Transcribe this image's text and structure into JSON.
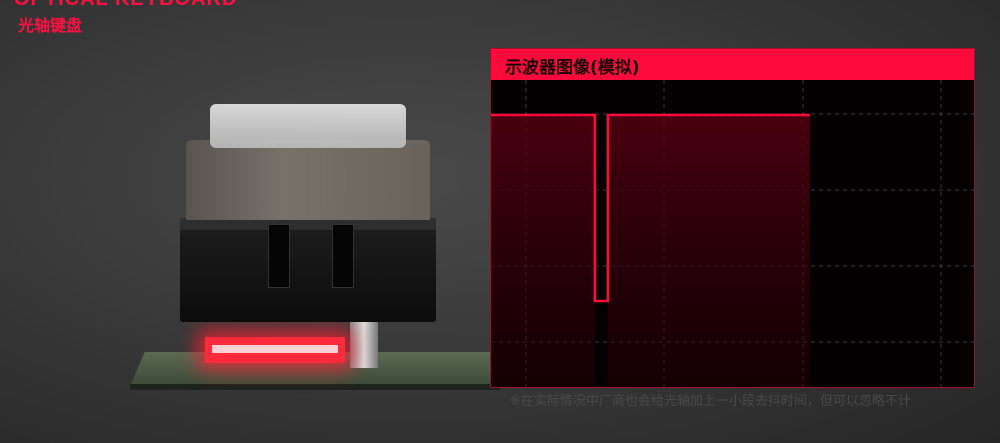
{
  "header": {
    "title_en": "OPTICAL KEYBOARD",
    "title_cn": "光轴键盘"
  },
  "scope": {
    "title": "示波器图像(模拟)",
    "accent_color": "#ff0a3c",
    "signal": {
      "high_level": 1,
      "low_level": 0,
      "dip_start": 0.215,
      "dip_end": 0.242,
      "end": 0.66
    }
  },
  "footnote": "※在实际情况中厂商也会给光轴加上一小段去抖时间，但可以忽略不计"
}
